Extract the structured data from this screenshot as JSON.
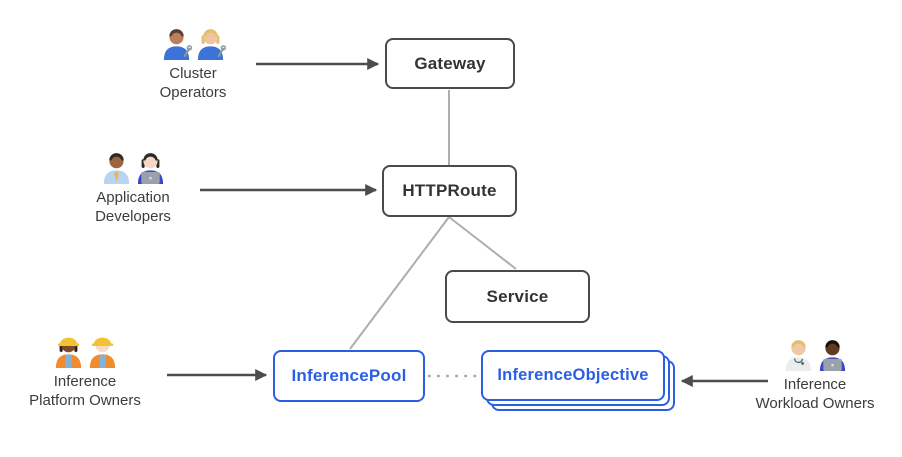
{
  "colors": {
    "blue": "#2b5fe3",
    "box_border": "#4a4a4a",
    "box_text": "#333333",
    "edge": "#aeaeae",
    "dotted": "#a3a3a3",
    "arrow": "#4d4d4d",
    "label": "#3c3c3c",
    "background": "#ffffff"
  },
  "nodes": {
    "gateway": {
      "label": "Gateway"
    },
    "httproute": {
      "label": "HTTPRoute"
    },
    "service": {
      "label": "Service"
    },
    "inference_pool": {
      "label": "InferencePool"
    },
    "inference_objective": {
      "label": "InferenceObjective"
    }
  },
  "actors": {
    "cluster_operators": {
      "label_line1": "Cluster",
      "label_line2": "Operators",
      "people": [
        {
          "icon": "man-mechanic-icon",
          "skin": "#b97f5e",
          "hair": "#5b3d28",
          "shirt": "#3b74d6",
          "accessory": "wrench"
        },
        {
          "icon": "woman-mechanic-icon",
          "skin": "#f0c49e",
          "hair": "#e2bf6a",
          "long": true,
          "shirt": "#3b74d6",
          "accessory": "wrench"
        }
      ]
    },
    "application_developers": {
      "label_line1": "Application",
      "label_line2": "Developers",
      "people": [
        {
          "icon": "man-office-worker-icon",
          "skin": "#9c6640",
          "hair": "#33281f",
          "shirt": "#b8d4f0",
          "tie": "#e8b93c"
        },
        {
          "icon": "woman-technologist-icon",
          "skin": "#f6d7c4",
          "hair": "#2b2b2e",
          "long": true,
          "shirt": "#3d49c4",
          "accessory": "laptop"
        }
      ]
    },
    "inference_platform_owners": {
      "label_line1": "Inference",
      "label_line2": "Platform Owners",
      "people": [
        {
          "icon": "woman-construction-worker-icon",
          "skin": "#7c4a2d",
          "hair": "#2e2117",
          "long": true,
          "hat": "#f2c230",
          "shirt": "#7fb2dd",
          "vest": "#f08c2e"
        },
        {
          "icon": "man-construction-worker-icon",
          "skin": "#f6dcc8",
          "hat": "#f2c230",
          "shirt": "#7fb2dd",
          "vest": "#f08c2e"
        }
      ]
    },
    "inference_workload_owners": {
      "label_line1": "Inference",
      "label_line2": "Workload Owners",
      "people": [
        {
          "icon": "health-worker-icon",
          "skin": "#f0c9a4",
          "hair": "#e2bf6a",
          "shirt": "#e9edf0",
          "accessory": "stethoscope"
        },
        {
          "icon": "man-technologist-icon",
          "skin": "#5f3b22",
          "hair": "#17120e",
          "shirt": "#3d49c4",
          "accessory": "laptop"
        }
      ]
    }
  }
}
